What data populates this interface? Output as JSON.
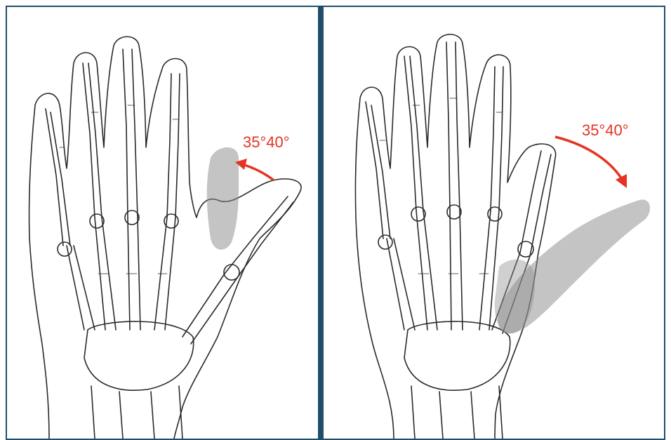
{
  "annotation_color": "#e63323",
  "frame_color": "#1f4e6b",
  "figures": [
    {
      "id": "neutral-thumb",
      "angle_label": "35°40°"
    },
    {
      "id": "abducted-thumb",
      "angle_label": "35°40°"
    }
  ]
}
